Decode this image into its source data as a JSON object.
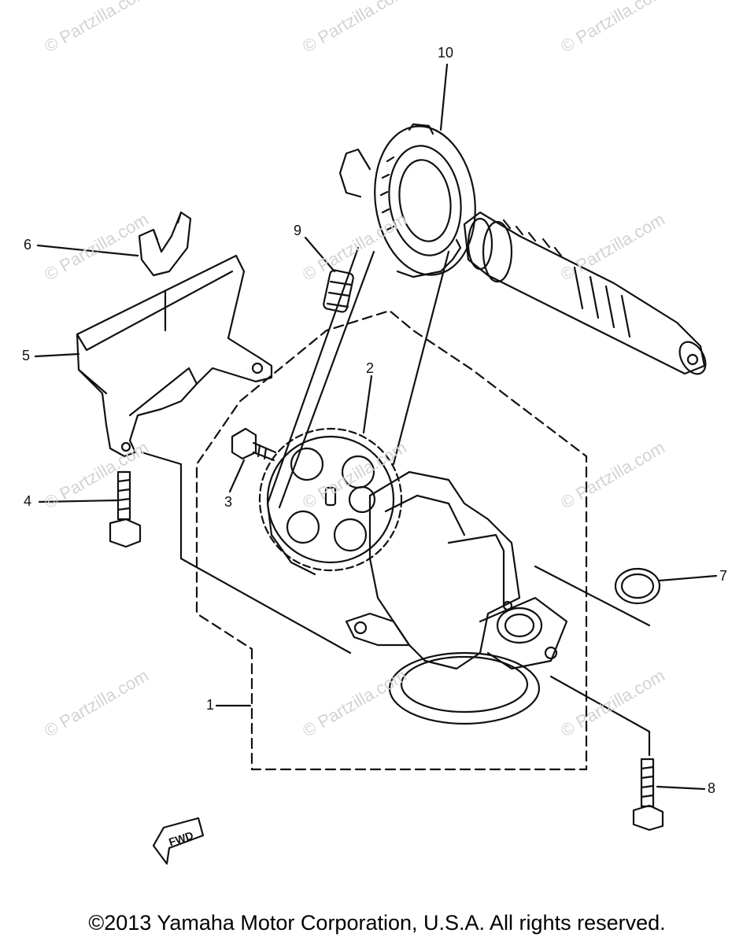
{
  "callouts": {
    "p1": "1",
    "p2": "2",
    "p3": "3",
    "p4": "4",
    "p5": "5",
    "p6": "6",
    "p7": "7",
    "p8": "8",
    "p9": "9",
    "p10": "10"
  },
  "fwd_label": "FWD",
  "watermark": "© Partzilla.com",
  "copyright": "©2013 Yamaha Motor Corporation, U.S.A. All rights reserved."
}
